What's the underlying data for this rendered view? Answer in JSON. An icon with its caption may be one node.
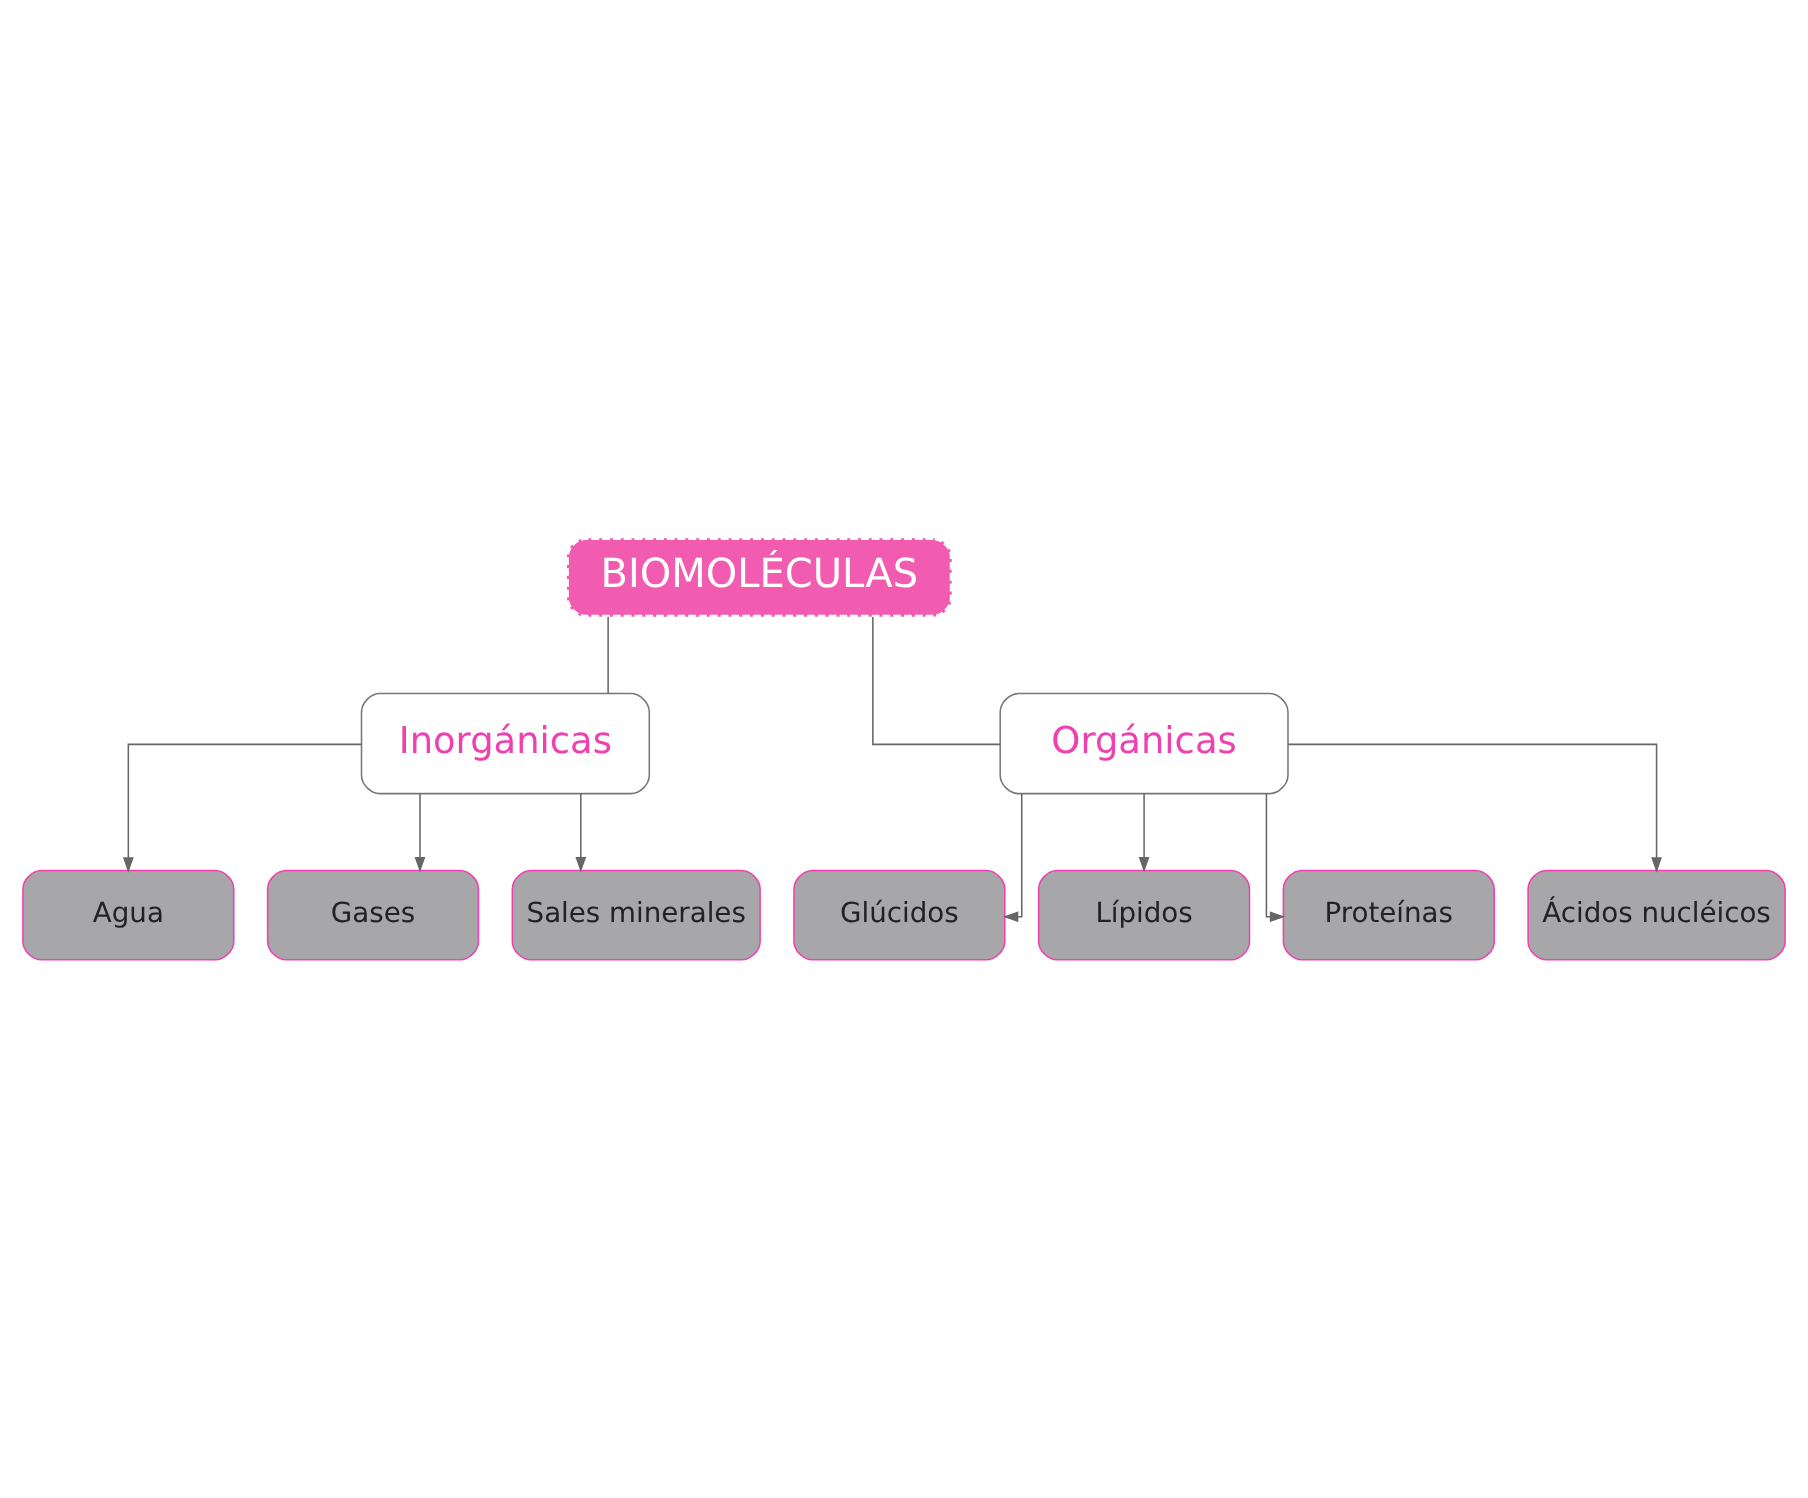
{
  "diagram": {
    "nodes": [
      {
        "text": [
          "BIOMOLÉCULAS"
        ]
      },
      {
        "text": [
          "Inorgánicas"
        ]
      },
      {
        "text": [
          "Orgánicas"
        ]
      },
      {
        "text": [
          "Agua"
        ]
      },
      {
        "text": [
          "Gases"
        ]
      },
      {
        "text": [
          "Sales minerales"
        ]
      },
      {
        "text": [
          "Glúcidos"
        ]
      },
      {
        "text": [
          "Lípidos"
        ]
      },
      {
        "text": [
          "Proteínas"
        ]
      },
      {
        "text": [
          "Ácidos nucléicos"
        ]
      }
    ],
    "edges": [
      {
        "from": 0,
        "to": 1,
        "arrow": "none"
      },
      {
        "from": 0,
        "to": 2,
        "arrow": "none"
      },
      {
        "from": 1,
        "to": 3,
        "arrow": "to"
      },
      {
        "from": 1,
        "to": 4,
        "arrow": "to"
      },
      {
        "from": 1,
        "to": 5,
        "arrow": "to"
      },
      {
        "from": 2,
        "to": 6,
        "arrow": "to"
      },
      {
        "from": 2,
        "to": 7,
        "arrow": "to"
      },
      {
        "from": 2,
        "to": 8,
        "arrow": "to"
      },
      {
        "from": 2,
        "to": 9,
        "arrow": "to"
      }
    ]
  }
}
